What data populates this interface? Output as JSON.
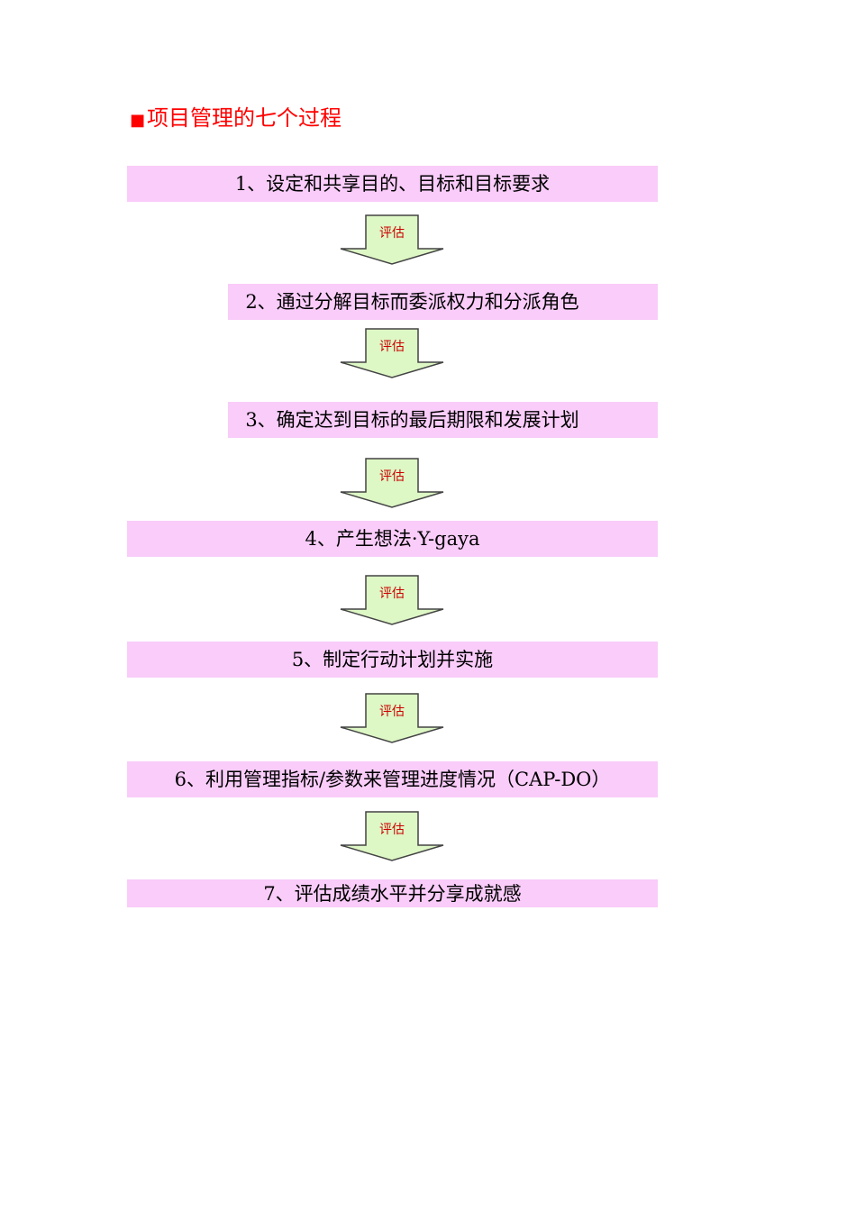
{
  "title": {
    "marker": "■",
    "text": "项目管理的七个过程"
  },
  "steps": [
    {
      "label": "1、设定和共享目的、目标和目标要求"
    },
    {
      "label": "2、通过分解目标而委派权力和分派角色"
    },
    {
      "label": "3、确定达到目标的最后期限和发展计划"
    },
    {
      "label": "4、产生想法·Y-gaya"
    },
    {
      "label": "5、制定行动计划并实施"
    },
    {
      "label": "6、利用管理指标/参数来管理进度情况（CAP-DO）"
    },
    {
      "label": "7、评估成绩水平并分享成就感"
    }
  ],
  "arrows": [
    {
      "label": "评估"
    },
    {
      "label": "评估"
    },
    {
      "label": "评估"
    },
    {
      "label": "评估"
    },
    {
      "label": "评估"
    },
    {
      "label": "评估"
    }
  ],
  "colors": {
    "title": "#ff0000",
    "step_fill": "#f9ccf9",
    "arrow_fill": "#ddf7c5",
    "arrow_stroke": "#444444",
    "arrow_label": "#cc0000"
  }
}
